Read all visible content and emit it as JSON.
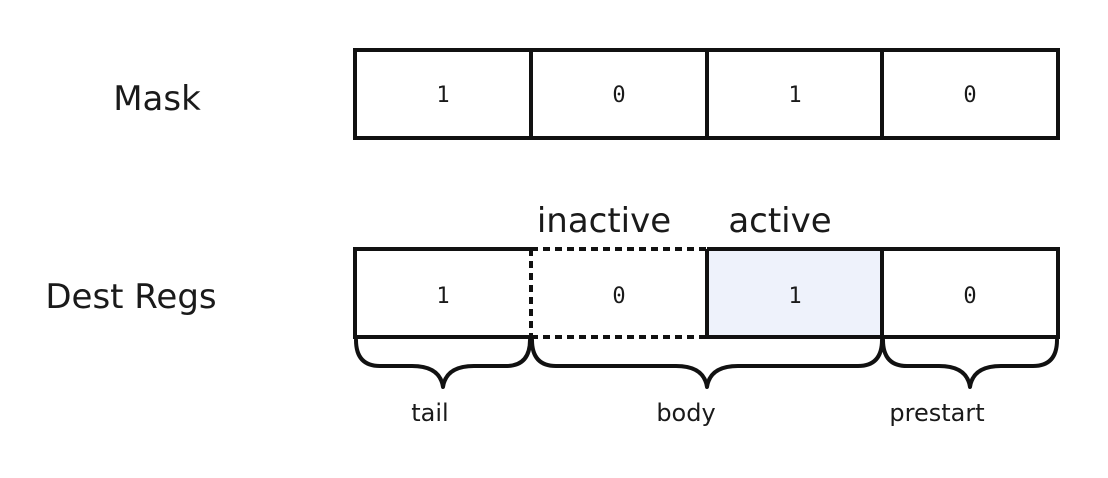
{
  "mask": {
    "label": "Mask",
    "cells": [
      "1",
      "0",
      "1",
      "0"
    ]
  },
  "dest": {
    "label": "Dest Regs",
    "cells": [
      "1",
      "0",
      "1",
      "0"
    ],
    "inactive_label": "inactive",
    "active_label": "active",
    "active_fill": "#EEF2FB"
  },
  "regions": {
    "tail": "tail",
    "body": "body",
    "prestart": "prestart"
  }
}
